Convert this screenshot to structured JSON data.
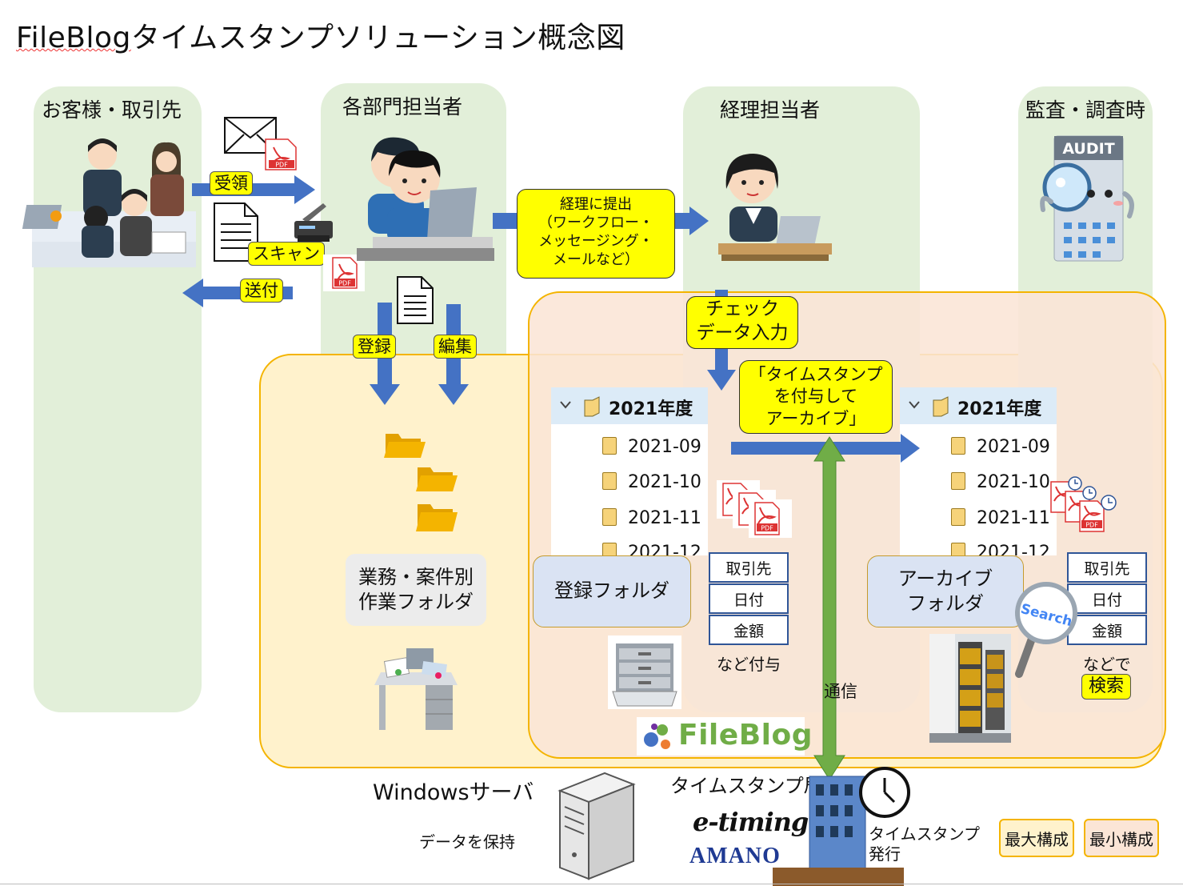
{
  "title": "FileBlogタイムスタンプソリューション概念図",
  "title_underlined": "FileBlog",
  "lanes": {
    "customer": "お客様・取引先",
    "departments": "各部門担当者",
    "accounting": "経理担当者",
    "audit": "監査・調査時"
  },
  "labels": {
    "receive": "受領",
    "scan": "スキャン",
    "send": "送付",
    "register": "登録",
    "edit": "編集",
    "pdf": "PDF",
    "audit_sign": "AUDIT",
    "search_lens": "Search"
  },
  "submit_box": [
    "経理に提出",
    "（ワークフロー・",
    "メッセージング・",
    "メールなど）"
  ],
  "check_box": [
    "チェック",
    "データ入力"
  ],
  "archive_box": [
    "「タイムスタンプ",
    "を付与して",
    "アーカイブ」"
  ],
  "work_folder": [
    "業務・案件別",
    "作業フォルダ"
  ],
  "register_folder": "登録フォルダ",
  "archive_folder": [
    "アーカイブ",
    "フォルダ"
  ],
  "tree_left": {
    "header": "2021年度",
    "items": [
      "2021-09",
      "2021-10",
      "2021-11",
      "2021-12"
    ]
  },
  "tree_right": {
    "header": "2021年度",
    "items": [
      "2021-09",
      "2021-10",
      "2021-11",
      "2021-12"
    ]
  },
  "attributes": [
    "取引先",
    "日付",
    "金額"
  ],
  "attr_note_left": "など付与",
  "attr_note_right": "などで",
  "search_label": "検索",
  "fileblog_logo": "FileBlog",
  "communication": "通信",
  "windows_server": "Windowsサーバ",
  "data_keep": "データを保持",
  "tsa": "タイムスタンプ局",
  "etiming": "e-timing",
  "amano": "AMANO",
  "ts_issue": [
    "タイムスタンプ",
    "発行"
  ],
  "legend": {
    "max": "最大構成",
    "min": "最小構成"
  },
  "colors": {
    "lane": "#e2efd9",
    "server_zone": "#fff2cc",
    "fileblog_zone": "#fbe5d6",
    "zone_border": "#f4b400",
    "arrow_blue": "#4472c4",
    "arrow_green": "#70ad47",
    "highlight": "#ffff00"
  }
}
